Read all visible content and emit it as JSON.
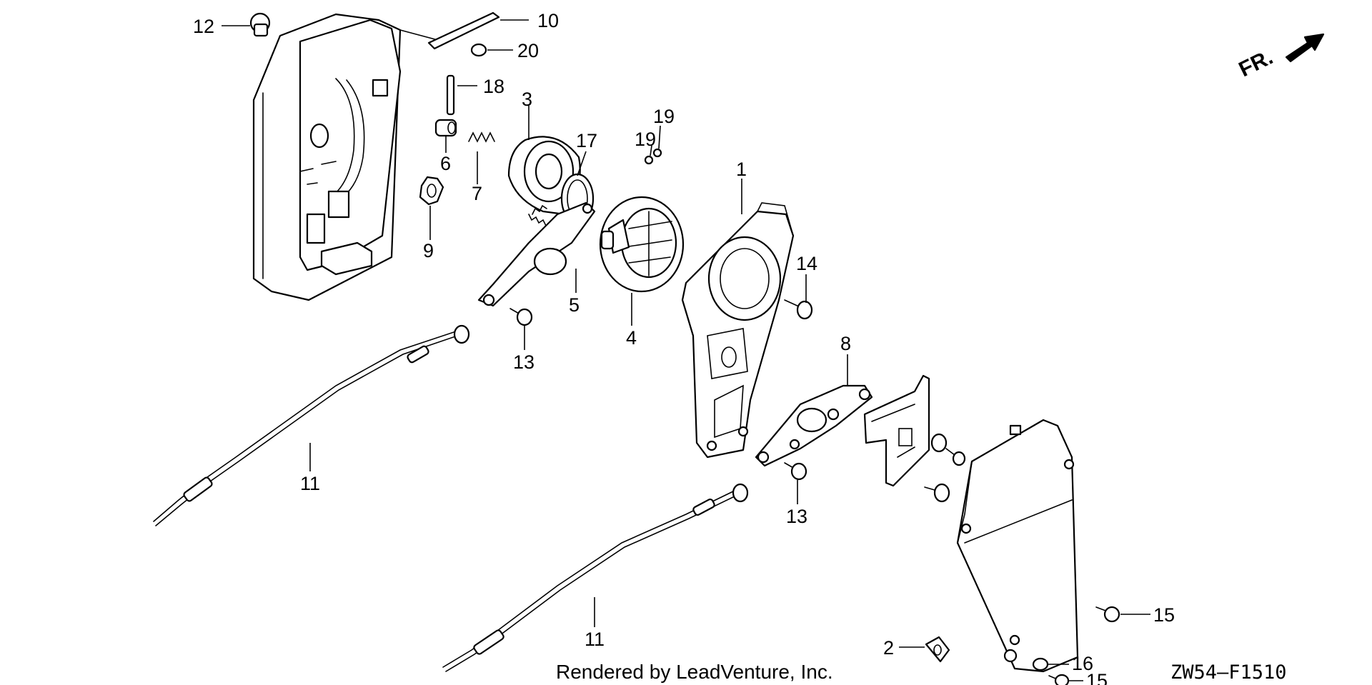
{
  "diagram": {
    "callouts": [
      {
        "id": "c12",
        "label": "12"
      },
      {
        "id": "c10",
        "label": "10"
      },
      {
        "id": "c20",
        "label": "20"
      },
      {
        "id": "c18",
        "label": "18"
      },
      {
        "id": "c3",
        "label": "3"
      },
      {
        "id": "c17",
        "label": "17"
      },
      {
        "id": "c19a",
        "label": "19"
      },
      {
        "id": "c19b",
        "label": "19"
      },
      {
        "id": "c6",
        "label": "6"
      },
      {
        "id": "c7",
        "label": "7"
      },
      {
        "id": "c9",
        "label": "9"
      },
      {
        "id": "c1",
        "label": "1"
      },
      {
        "id": "c14",
        "label": "14"
      },
      {
        "id": "c5",
        "label": "5"
      },
      {
        "id": "c4",
        "label": "4"
      },
      {
        "id": "c13a",
        "label": "13"
      },
      {
        "id": "c8",
        "label": "8"
      },
      {
        "id": "c11a",
        "label": "11"
      },
      {
        "id": "c13b",
        "label": "13"
      },
      {
        "id": "c15a",
        "label": "15"
      },
      {
        "id": "c11b",
        "label": "11"
      },
      {
        "id": "c2",
        "label": "2"
      },
      {
        "id": "c16",
        "label": "16"
      },
      {
        "id": "c15b",
        "label": "15"
      }
    ],
    "direction_label": "FR.",
    "credit": "Rendered by LeadVenture, Inc.",
    "diagram_code": "ZW54—F1510",
    "colors": {
      "line": "#000000",
      "background": "#ffffff"
    }
  }
}
